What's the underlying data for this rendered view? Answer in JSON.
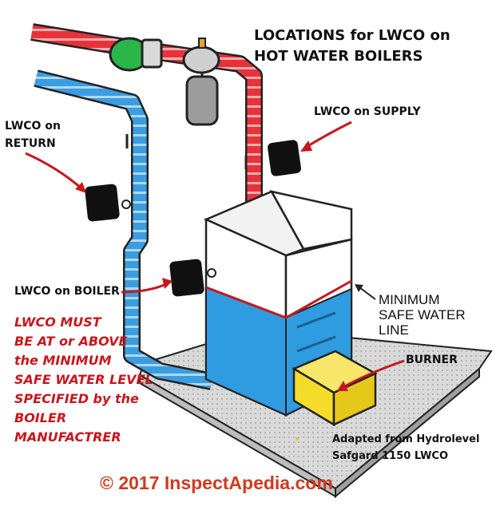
{
  "title": {
    "line1": "LOCATIONS for LWCO on",
    "line2": "HOT WATER BOILERS"
  },
  "labels": {
    "supply": "LWCO on SUPPLY",
    "return_line1": "LWCO on",
    "return_line2": "RETURN",
    "boiler": "LWCO on BOILER",
    "min_line1": "MINIMUM",
    "min_line2": "SAFE WATER",
    "min_line3": "LINE",
    "burner": "BURNER"
  },
  "warning": [
    "LWCO MUST",
    "BE AT or ABOVE",
    "the MINIMUM",
    "SAFE WATER LEVEL",
    "SPECIFIED by the",
    "BOILER",
    "MANUFACTRER"
  ],
  "credit": {
    "line1": "Adapted from Hydrolevel",
    "line2": "Safgard 1150 LWCO"
  },
  "copyright": "© 2017 InspectApedia.com",
  "colors": {
    "supply_pipe": "#e8323a",
    "return_pipe": "#3a9de0",
    "water": "#2f9be0",
    "pump": "#2bb54a",
    "burner": "#f5dc2a",
    "lwco": "#111111",
    "warning_text": "#c8161d",
    "copyright_text": "#d03a1f"
  }
}
